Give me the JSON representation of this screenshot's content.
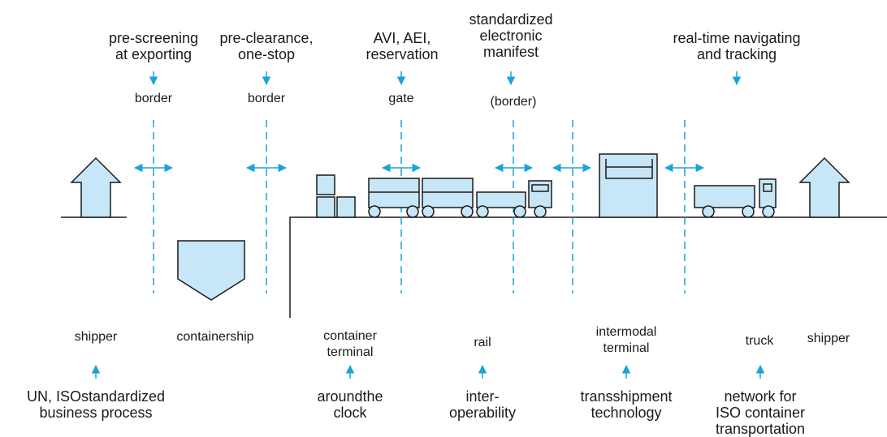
{
  "colors": {
    "accent": "#1aa3d9",
    "fill": "#c7e6f7",
    "stroke": "#1a1a1a"
  },
  "top_labels": [
    {
      "id": "pre-screening",
      "text": "pre-screening\nat exporting"
    },
    {
      "id": "pre-clearance",
      "text": "pre-clearance,\none-stop"
    },
    {
      "id": "avi",
      "text": "AVI, AEI,\nreservation"
    },
    {
      "id": "manifest",
      "text": "standardized\nelectronic\nmanifest"
    },
    {
      "id": "tracking",
      "text": "real-time navigating\nand tracking"
    }
  ],
  "checkpoints": [
    {
      "id": "border-1",
      "text": "border"
    },
    {
      "id": "border-2",
      "text": "border"
    },
    {
      "id": "gate",
      "text": "gate"
    },
    {
      "id": "border-3",
      "text": "(border)"
    }
  ],
  "modes": [
    {
      "id": "shipper-left",
      "text": "shipper"
    },
    {
      "id": "containership",
      "text": "containership"
    },
    {
      "id": "container-terminal",
      "text": "container\nterminal"
    },
    {
      "id": "rail",
      "text": "rail"
    },
    {
      "id": "intermodal-terminal",
      "text": "intermodal\nterminal"
    },
    {
      "id": "truck",
      "text": "truck"
    },
    {
      "id": "shipper-right",
      "text": "shipper"
    }
  ],
  "bottom_labels": [
    {
      "id": "un-iso",
      "text": "UN, ISOstandardized\nbusiness process"
    },
    {
      "id": "around-clock",
      "text": "aroundthe\nclock"
    },
    {
      "id": "interoperability",
      "text": "inter-\noperability"
    },
    {
      "id": "transshipment",
      "text": "transshipment\ntechnology"
    },
    {
      "id": "network",
      "text": "network for\nISO container\ntransportation"
    }
  ]
}
